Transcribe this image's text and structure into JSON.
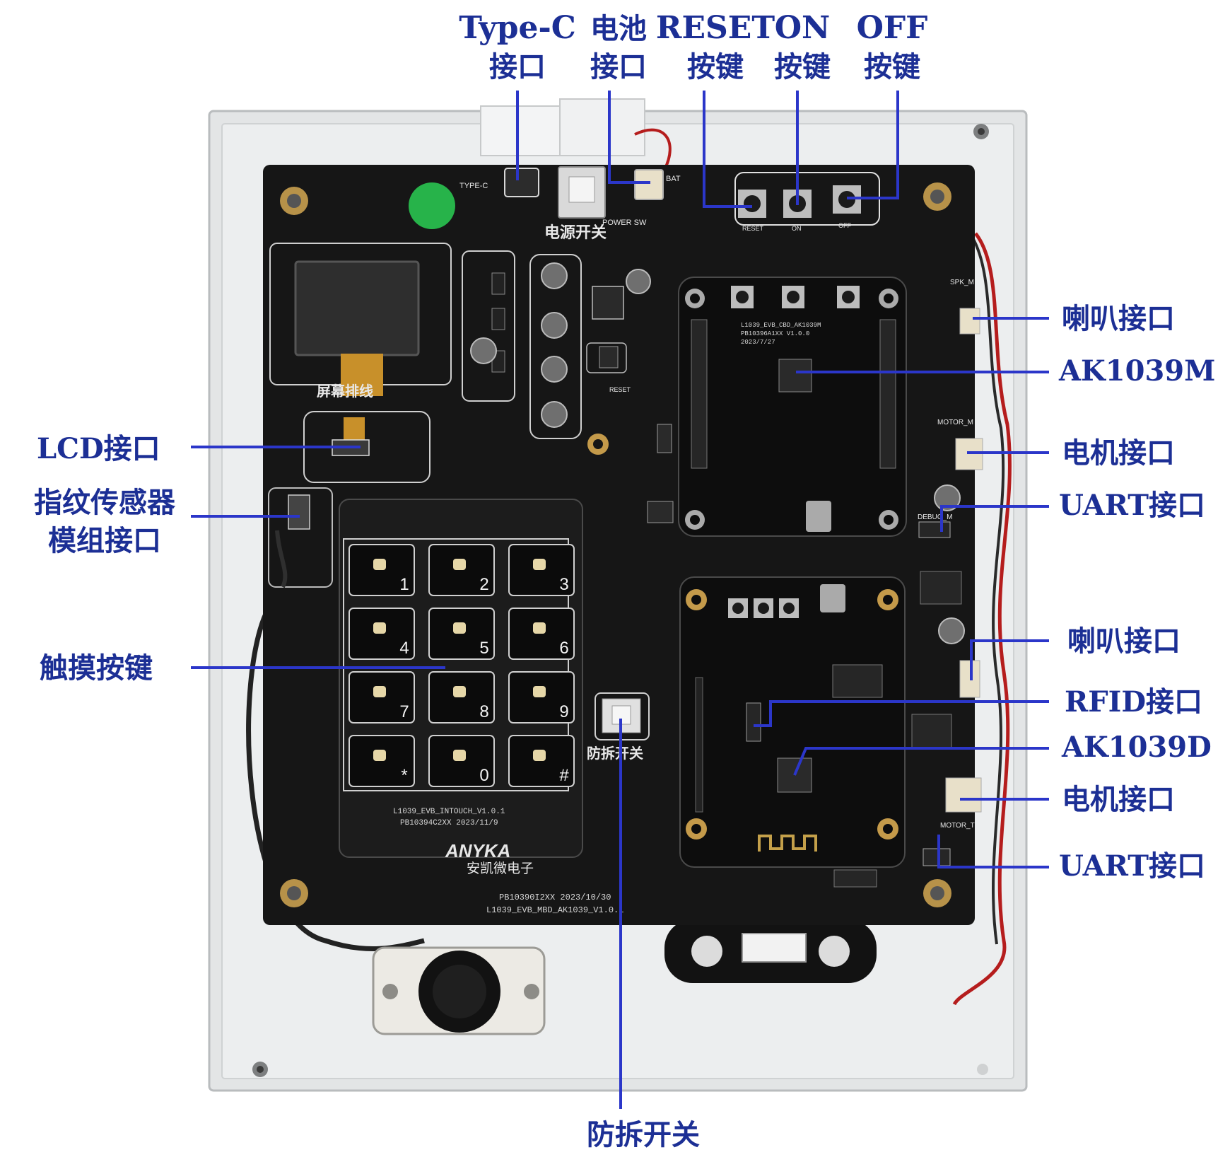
{
  "callouts": {
    "type_c": [
      "Type-C",
      "接口"
    ],
    "battery": [
      "电池",
      "接口"
    ],
    "reset": [
      "RESET",
      "按键"
    ],
    "on": [
      "ON",
      "按键"
    ],
    "off": [
      "OFF",
      "按键"
    ],
    "speaker_1": "喇叭接口",
    "ak1039m": "AK1039M",
    "lcd": "LCD接口",
    "motor_1": "电机接口",
    "fingerprint": [
      "指纹传感器",
      "模组接口"
    ],
    "uart_1": "UART接口",
    "touch_keys": "触摸按键",
    "speaker_2": "喇叭接口",
    "rfid": "RFID接口",
    "ak1039d": "AK1039D",
    "motor_2": "电机接口",
    "uart_2": "UART接口",
    "tamper": "防拆开关"
  },
  "board": {
    "power_switch_silk": "电源开关",
    "screen_silk": "屏幕排线",
    "tamper_silk": "防拆开关",
    "type_c_silk": "TYPE-C",
    "power_sw_silk": "POWER SW",
    "bat_silk": "BAT",
    "reset_silk": "RESET",
    "on_silk": "ON",
    "off_silk": "OFF",
    "spk_silk": "SPK_M",
    "motor_m_silk": "MOTOR_M",
    "motor_t_silk": "MOTOR_T",
    "debug_silk": "DEBUG_M",
    "brand": "ANYKA",
    "brand_cn": "安凯微电子",
    "intouch_label_1": "L1039_EVB_INTOUCH_V1.0.1",
    "intouch_label_2": "PB10394C2XX  2023/11/9",
    "mbd_label_1": "PB10390I2XX   2023/10/30",
    "mbd_label_2": "L1039_EVB_MBD_AK1039_V1.0.1",
    "cbd_label_1": "L1039_EVB_CBD_AK1039M",
    "cbd_label_2": "PB10396A1XX   V1.0.0",
    "cbd_label_3": "2023/7/27",
    "keypad": [
      "1",
      "2",
      "3",
      "4",
      "5",
      "6",
      "7",
      "8",
      "9",
      "*",
      "0",
      "#"
    ]
  },
  "colors": {
    "label": "#1c2f95",
    "leader": "#2b36c9",
    "pcb": "#151515",
    "acrylic": "#e4e6e7",
    "green_dot": "#27b34a"
  }
}
